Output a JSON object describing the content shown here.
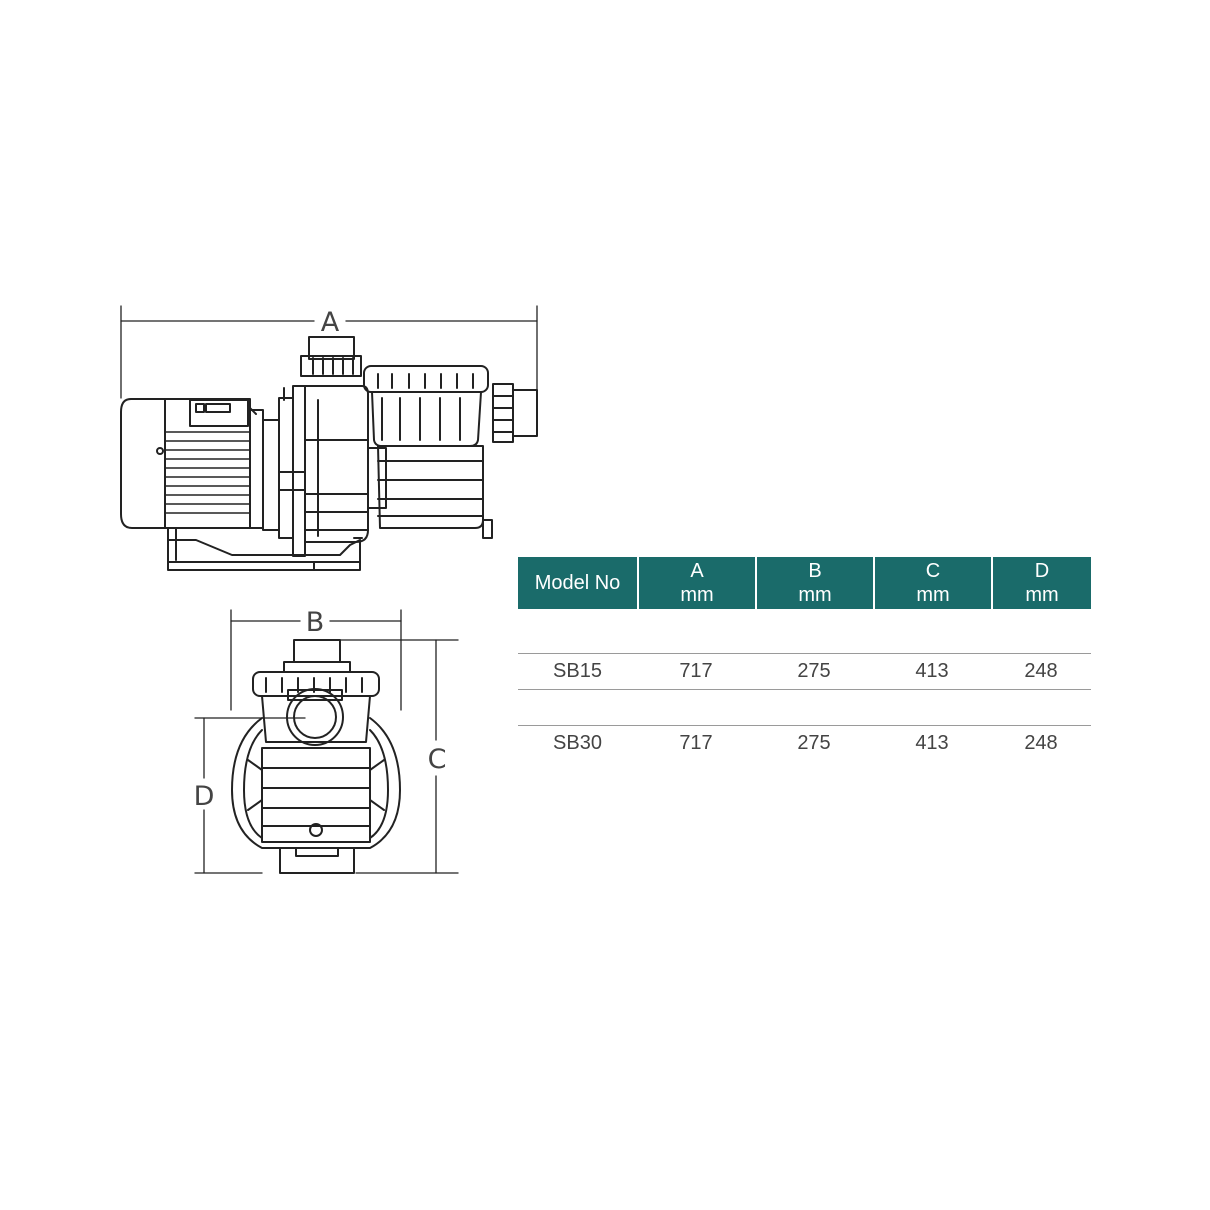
{
  "dimension_labels": {
    "a": "A",
    "b": "B",
    "c": "C",
    "d": "D"
  },
  "table": {
    "header": {
      "model": "Model No",
      "cols": [
        {
          "name": "A",
          "unit": "mm"
        },
        {
          "name": "B",
          "unit": "mm"
        },
        {
          "name": "C",
          "unit": "mm"
        },
        {
          "name": "D",
          "unit": "mm"
        }
      ]
    },
    "rows": [
      {
        "model": "SB15",
        "a": "717",
        "b": "275",
        "c": "413",
        "d": "248"
      },
      {
        "model": "SB30",
        "a": "717",
        "b": "275",
        "c": "413",
        "d": "248"
      }
    ]
  },
  "colors": {
    "header_bg": "#1a6b6a",
    "line": "#222222",
    "rule": "#9a9a9a"
  }
}
